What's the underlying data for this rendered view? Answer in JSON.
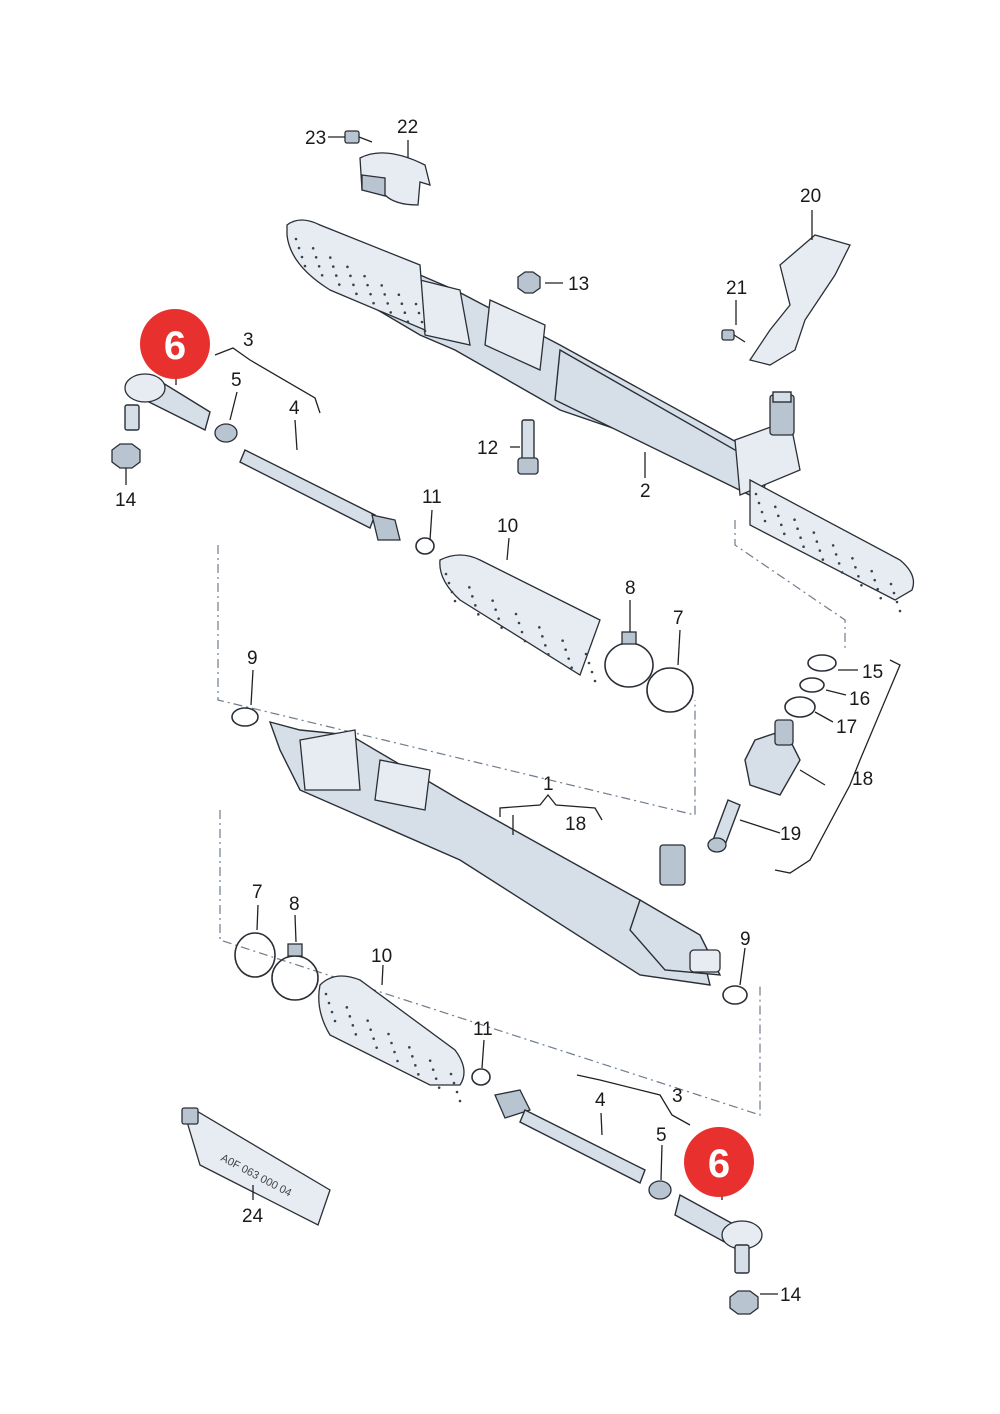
{
  "callouts": {
    "n1": "1",
    "n2": "2",
    "n3_top": "3",
    "n3_bot": "3",
    "n4_top": "4",
    "n4_bot": "4",
    "n5_top": "5",
    "n5_bot": "5",
    "n7_top": "7",
    "n7_bot": "7",
    "n8_top": "8",
    "n8_bot": "8",
    "n9_top": "9",
    "n9_bot": "9",
    "n10_top": "10",
    "n10_bot": "10",
    "n11_top": "11",
    "n11_bot": "11",
    "n12": "12",
    "n13": "13",
    "n14_top": "14",
    "n14_bot": "14",
    "n15": "15",
    "n16": "16",
    "n17": "17",
    "n18_bracket": "18",
    "n18_sub": "18",
    "n19": "19",
    "n20": "20",
    "n21": "21",
    "n22": "22",
    "n23": "23",
    "n24": "24"
  },
  "badges": {
    "top": "6",
    "bottom": "6"
  },
  "tube_text": "A0F 063 000 04",
  "colors": {
    "badge": "#e8312f",
    "part_fill": "#d6dee8",
    "outline": "#2a2f36"
  }
}
